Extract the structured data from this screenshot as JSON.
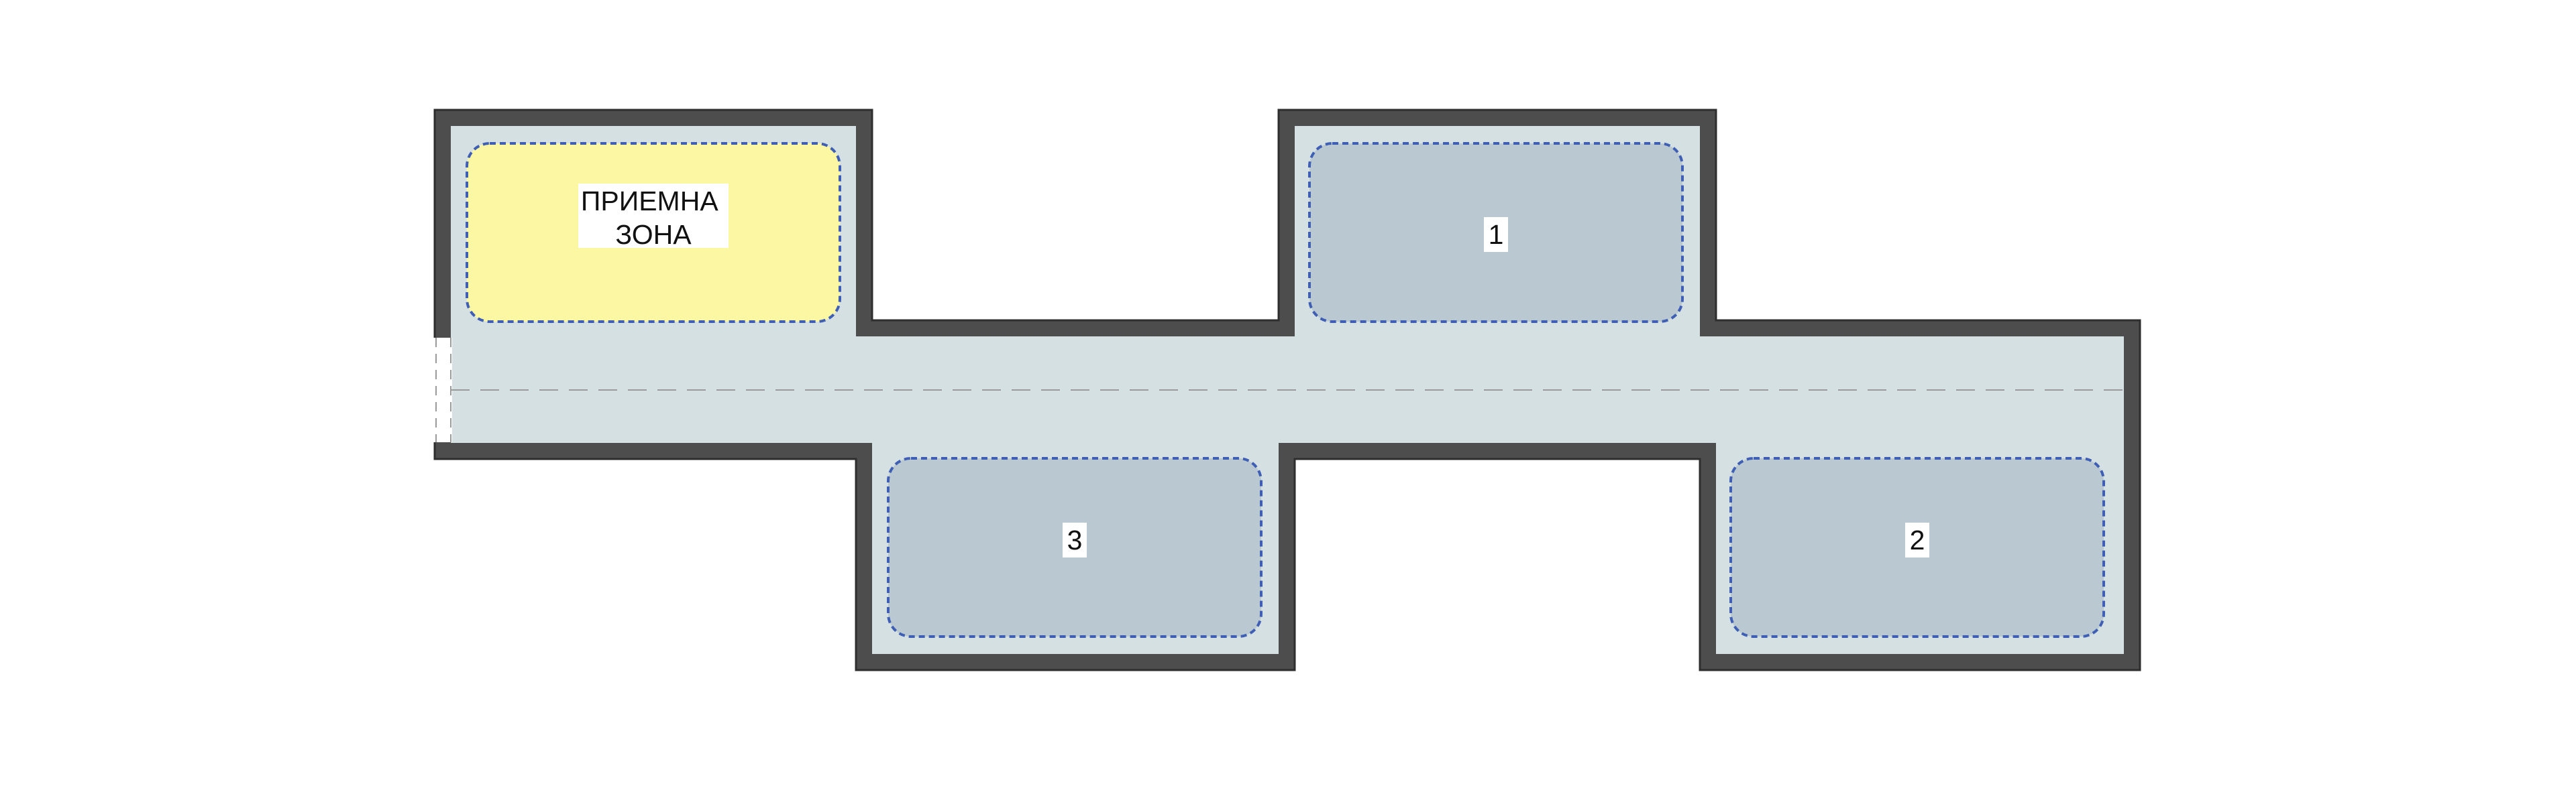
{
  "colors": {
    "background": "#ffffff",
    "wall": "#4d4d4d",
    "wall_edge": "#2e2e2e",
    "corridor_floor": "#d5e0e2",
    "room_fill": "#bac9d1",
    "reception_fill": "#fbf7a3",
    "zone_outline": "#3f5fb5",
    "centerline": "#9a9a9a",
    "label_background": "#ffffff",
    "label_text": "#111111"
  },
  "zones": {
    "reception": {
      "line1": "ПРИЕМНА",
      "line2": "ЗОНА"
    },
    "room_1": {
      "label": "1"
    },
    "room_2": {
      "label": "2"
    },
    "room_3": {
      "label": "3"
    }
  }
}
